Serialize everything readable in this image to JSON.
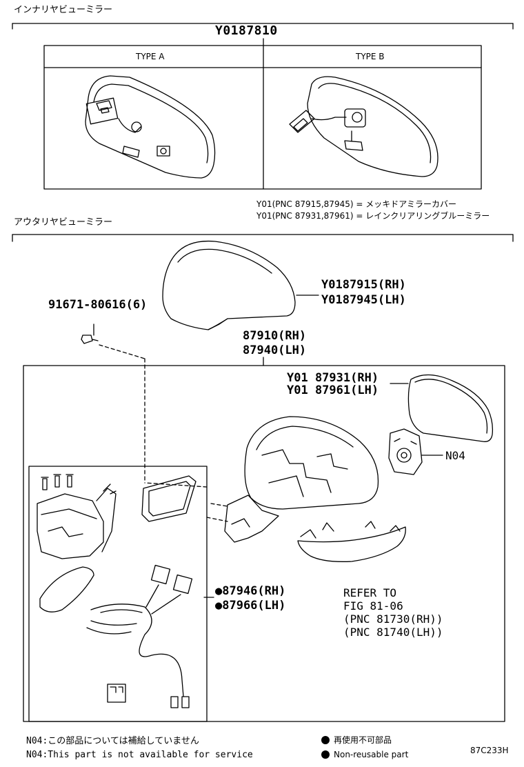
{
  "inner": {
    "section_title": "インナリヤビューミラー",
    "part_number": "Y0187810",
    "type_a": "TYPE A",
    "type_b": "TYPE B",
    "note_line1": "Y01(PNC 87915,87945) = メッキドアミラーカバー",
    "note_line2": "Y01(PNC 87931,87961) = レインクリアリングブルーミラー"
  },
  "outer": {
    "section_title": "アウタリヤビューミラー",
    "screw_part": "91671-80616(6)",
    "cover_rh": "Y0187915(RH)",
    "cover_lh": "Y0187945(LH)",
    "assy_rh": "87910(RH)",
    "assy_lh": "87940(LH)",
    "glass_rh": "Y01 87931(RH)",
    "glass_lh": "Y01 87961(LH)",
    "n04_label": "N04",
    "wire_rh": "●87946(RH)",
    "wire_lh": "●87966(LH)",
    "refer_1": "REFER TO",
    "refer_2": "FIG 81-06",
    "refer_3": "(PNC 81730(RH))",
    "refer_4": "(PNC 81740(LH))"
  },
  "footer": {
    "n04_jp": "N04:この部品については補給していません",
    "n04_en": "N04:This part is not available for service",
    "legend_jp": "再使用不可部品",
    "legend_en": "Non-reusable part",
    "code": "87C233H"
  }
}
